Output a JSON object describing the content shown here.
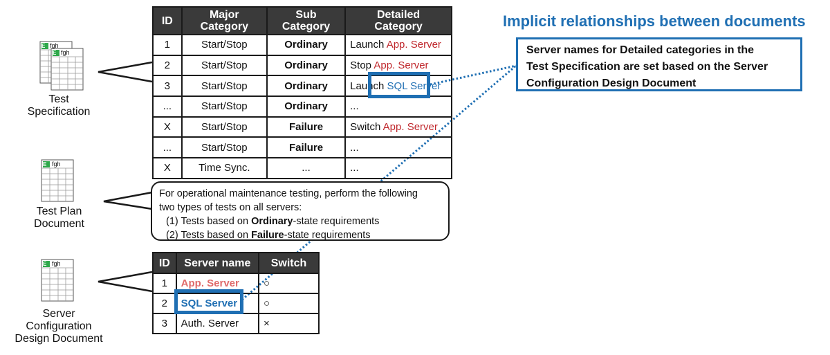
{
  "documents": {
    "test_spec": {
      "label_line1": "Test",
      "label_line2": "Specification",
      "icon_badge": "E",
      "icon_text": "fgh"
    },
    "test_plan": {
      "label_line1": "Test Plan",
      "label_line2": "Document",
      "icon_badge": "E",
      "icon_text": "fgh"
    },
    "server_config": {
      "label_line1": "Server",
      "label_line2": "Configuration",
      "label_line3": "Design Document",
      "icon_badge": "E",
      "icon_text": "fgh"
    }
  },
  "spec_table": {
    "headers": {
      "id": "ID",
      "major_1": "Major",
      "major_2": "Category",
      "sub_1": "Sub",
      "sub_2": "Category",
      "detail_1": "Detailed",
      "detail_2": "Category"
    },
    "rows": [
      {
        "id": "1",
        "major": "Start/Stop",
        "sub": "Ordinary",
        "detail_prefix": "Launch ",
        "detail_server": "App. Server"
      },
      {
        "id": "2",
        "major": "Start/Stop",
        "sub": "Ordinary",
        "detail_prefix": "Stop ",
        "detail_server": "App. Server"
      },
      {
        "id": "3",
        "major": "Start/Stop",
        "sub": "Ordinary",
        "detail_prefix": "Launch ",
        "detail_server": "SQL Server"
      },
      {
        "id": "...",
        "major": "Start/Stop",
        "sub": "Ordinary",
        "detail_prefix": "...",
        "detail_server": ""
      },
      {
        "id": "X",
        "major": "Start/Stop",
        "sub": "Failure",
        "detail_prefix": "Switch ",
        "detail_server": "App. Server"
      },
      {
        "id": "...",
        "major": "Start/Stop",
        "sub": "Failure",
        "detail_prefix": "...",
        "detail_server": ""
      },
      {
        "id": "X",
        "major": "Time Sync.",
        "sub": "...",
        "detail_prefix": "...",
        "detail_server": ""
      }
    ]
  },
  "plan_callout": {
    "line1": "For operational maintenance testing, perform the following",
    "line2": "two types of tests on all servers:",
    "item1_prefix": "(1) Tests based on ",
    "item1_bold": "Ordinary",
    "item1_suffix": "-state requirements",
    "item2_prefix": "(2) Tests based on ",
    "item2_bold": "Failure",
    "item2_suffix": "-state requirements"
  },
  "server_table": {
    "headers": {
      "id": "ID",
      "name": "Server name",
      "switch": "Switch"
    },
    "rows": [
      {
        "id": "1",
        "name": "App. Server",
        "switch": "○"
      },
      {
        "id": "2",
        "name": "SQL Server",
        "switch": "○"
      },
      {
        "id": "3",
        "name": "Auth. Server",
        "switch": "×"
      }
    ]
  },
  "implicit": {
    "title": "Implicit relationships between documents",
    "line1": "Server names for Detailed categories in the",
    "line2": "Test Specification are set based on the Server",
    "line3": "Configuration Design Document"
  },
  "colors": {
    "accent_blue": "#1f6fb3",
    "server_red": "#c0282d",
    "server_pink": "#e06b6b",
    "header_dark": "#3a3a3a",
    "icon_green": "#2ea84a"
  }
}
